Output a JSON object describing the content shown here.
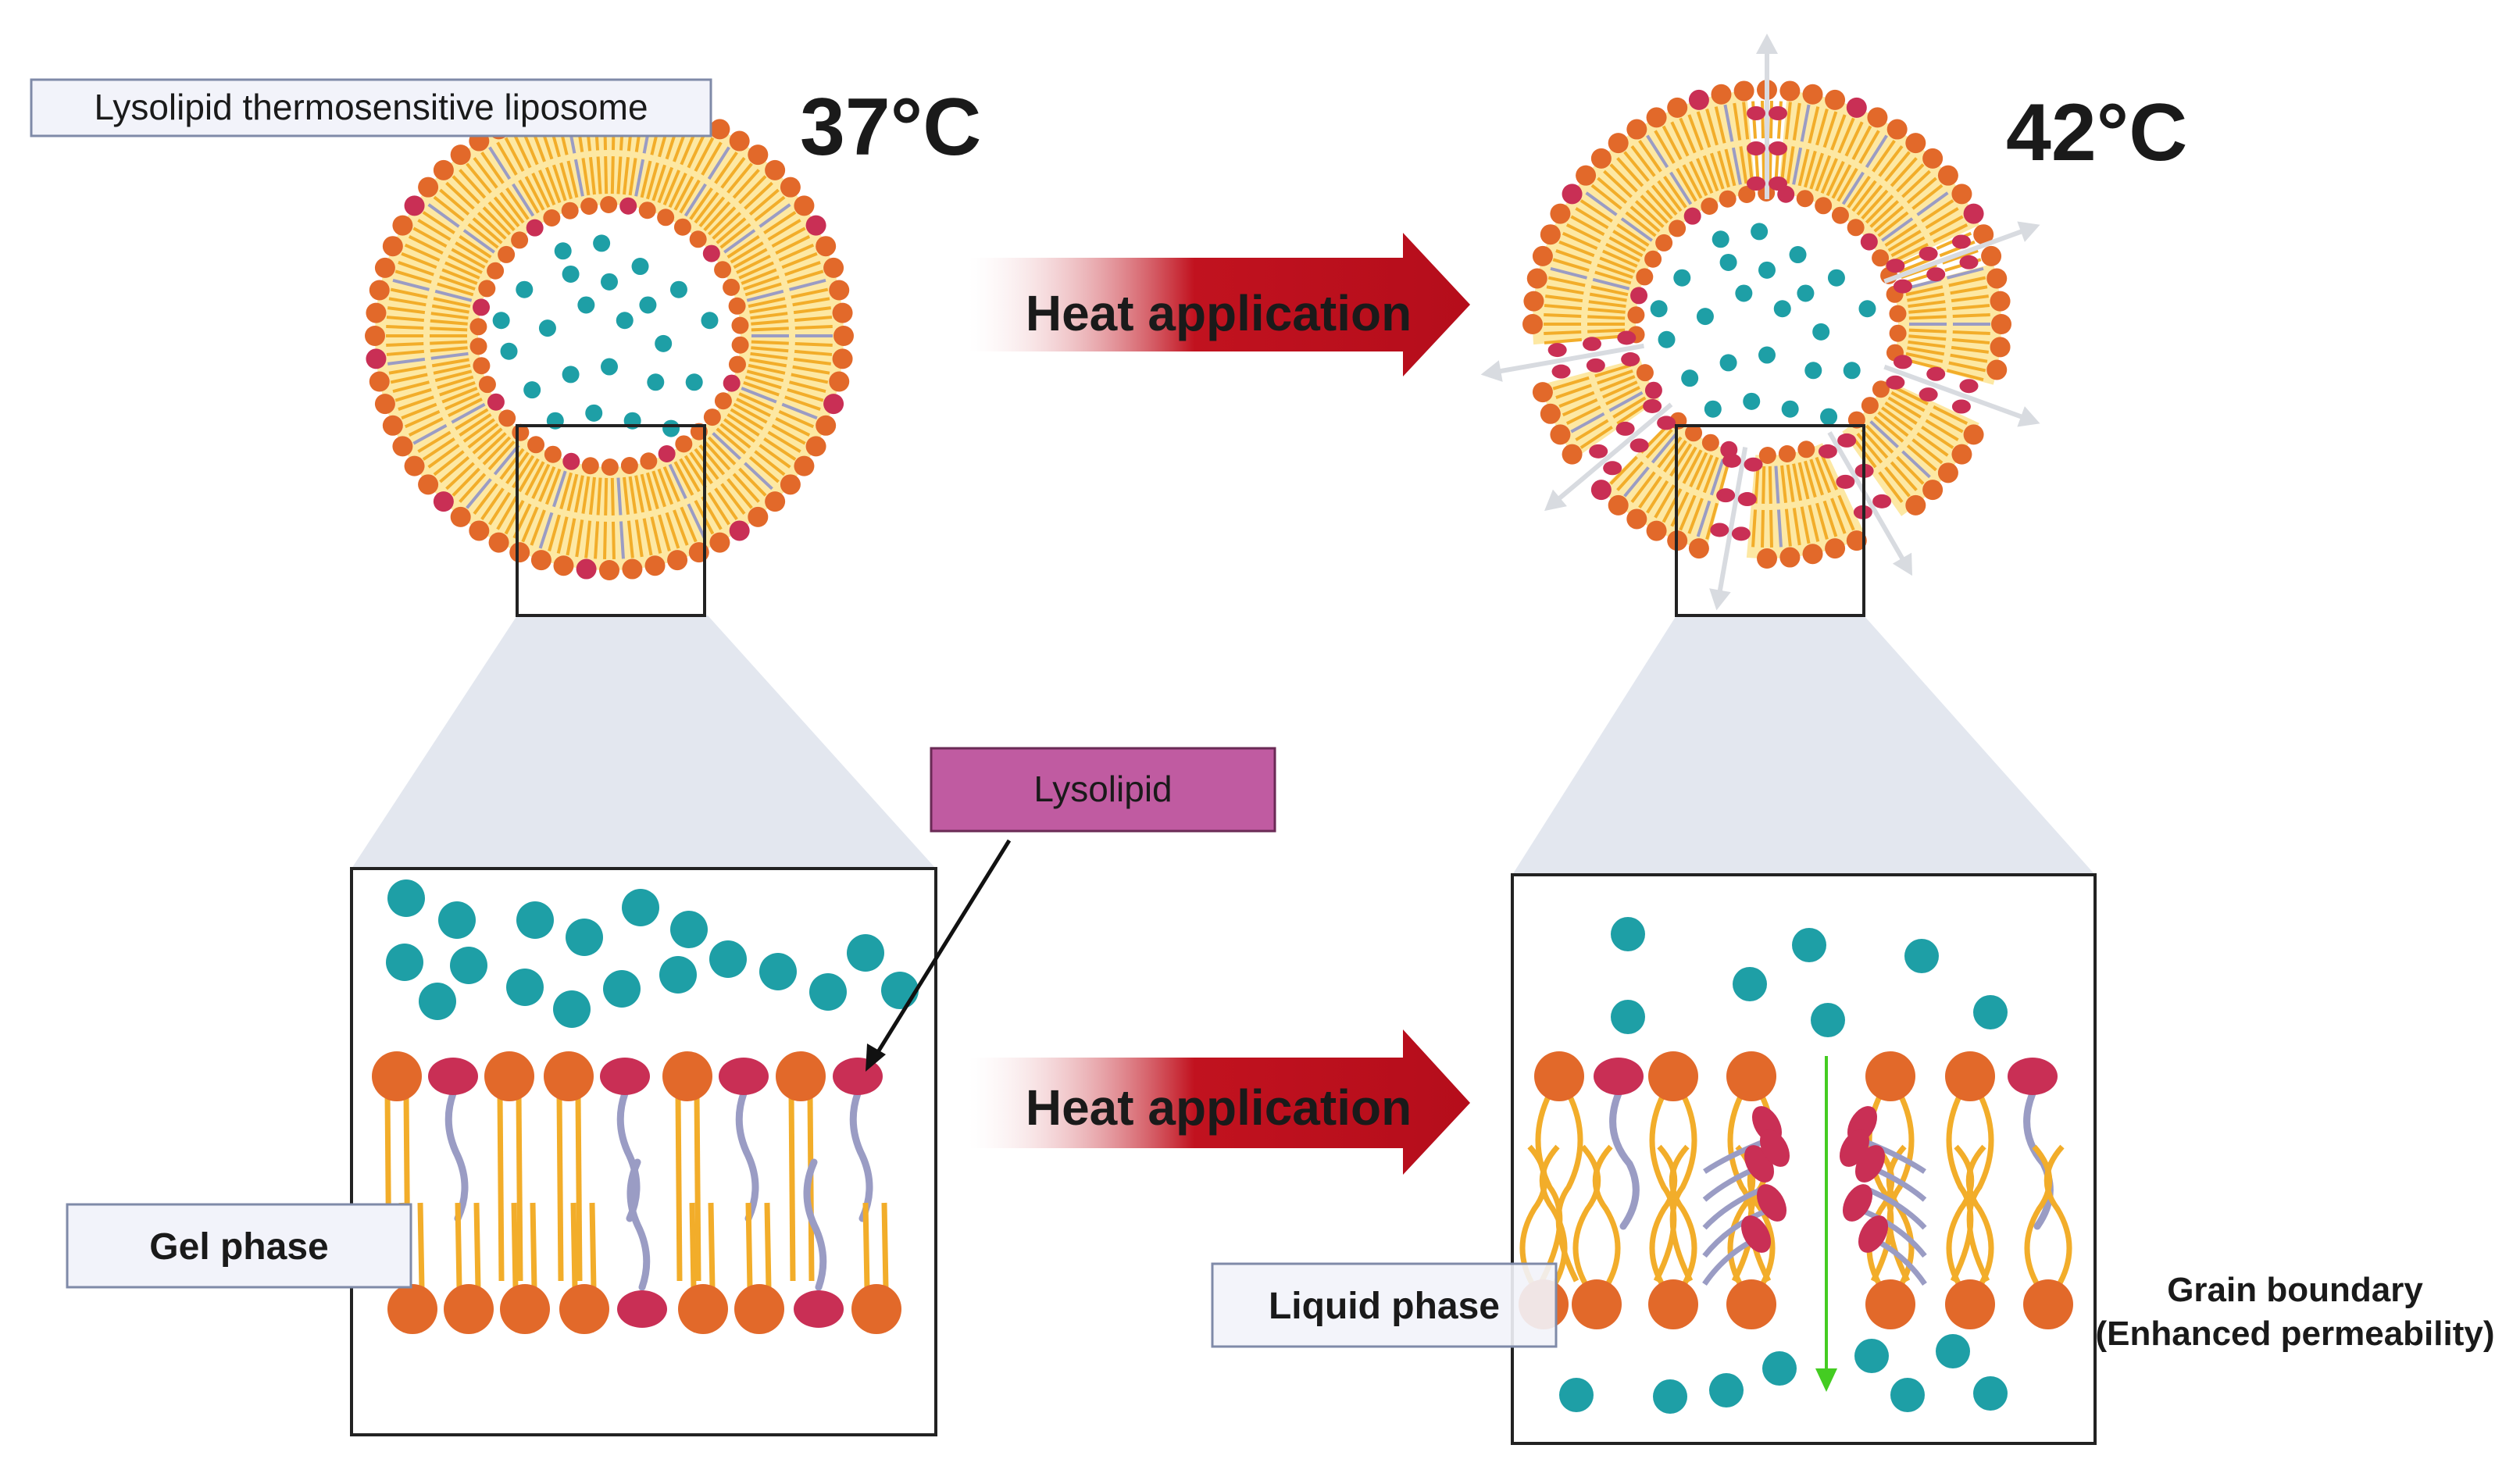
{
  "labels": {
    "liposome_title": "Lysolipid thermosensitive liposome",
    "temp_low": "37°C",
    "temp_high": "42°C",
    "heat_top": "Heat application",
    "heat_bottom": "Heat application",
    "lysolipid": "Lysolipid",
    "gel_phase": "Gel phase",
    "liquid_phase": "Liquid phase",
    "grain_line1": "Grain boundary",
    "grain_line2": "(Enhanced permeability)"
  },
  "colors": {
    "lipid_head": "#e2692a",
    "lysolipid_head": "#c92f55",
    "tail": "#f2ad2a",
    "lyso_tail": "#9a9cc4",
    "drug": "#1e9fa6",
    "membrane_fill": "#fde8a3",
    "arrow": "#c1121f",
    "label_box": "#f2f3fa",
    "label_border": "#7f8aa8",
    "lysolipid_box": "#c05ba1",
    "callout_fill": "#e3e7ef",
    "flow_arrow": "#44cc22"
  },
  "icons": [
    "intact-liposome",
    "leaky-liposome",
    "heat-arrow",
    "permeability-arrow"
  ]
}
